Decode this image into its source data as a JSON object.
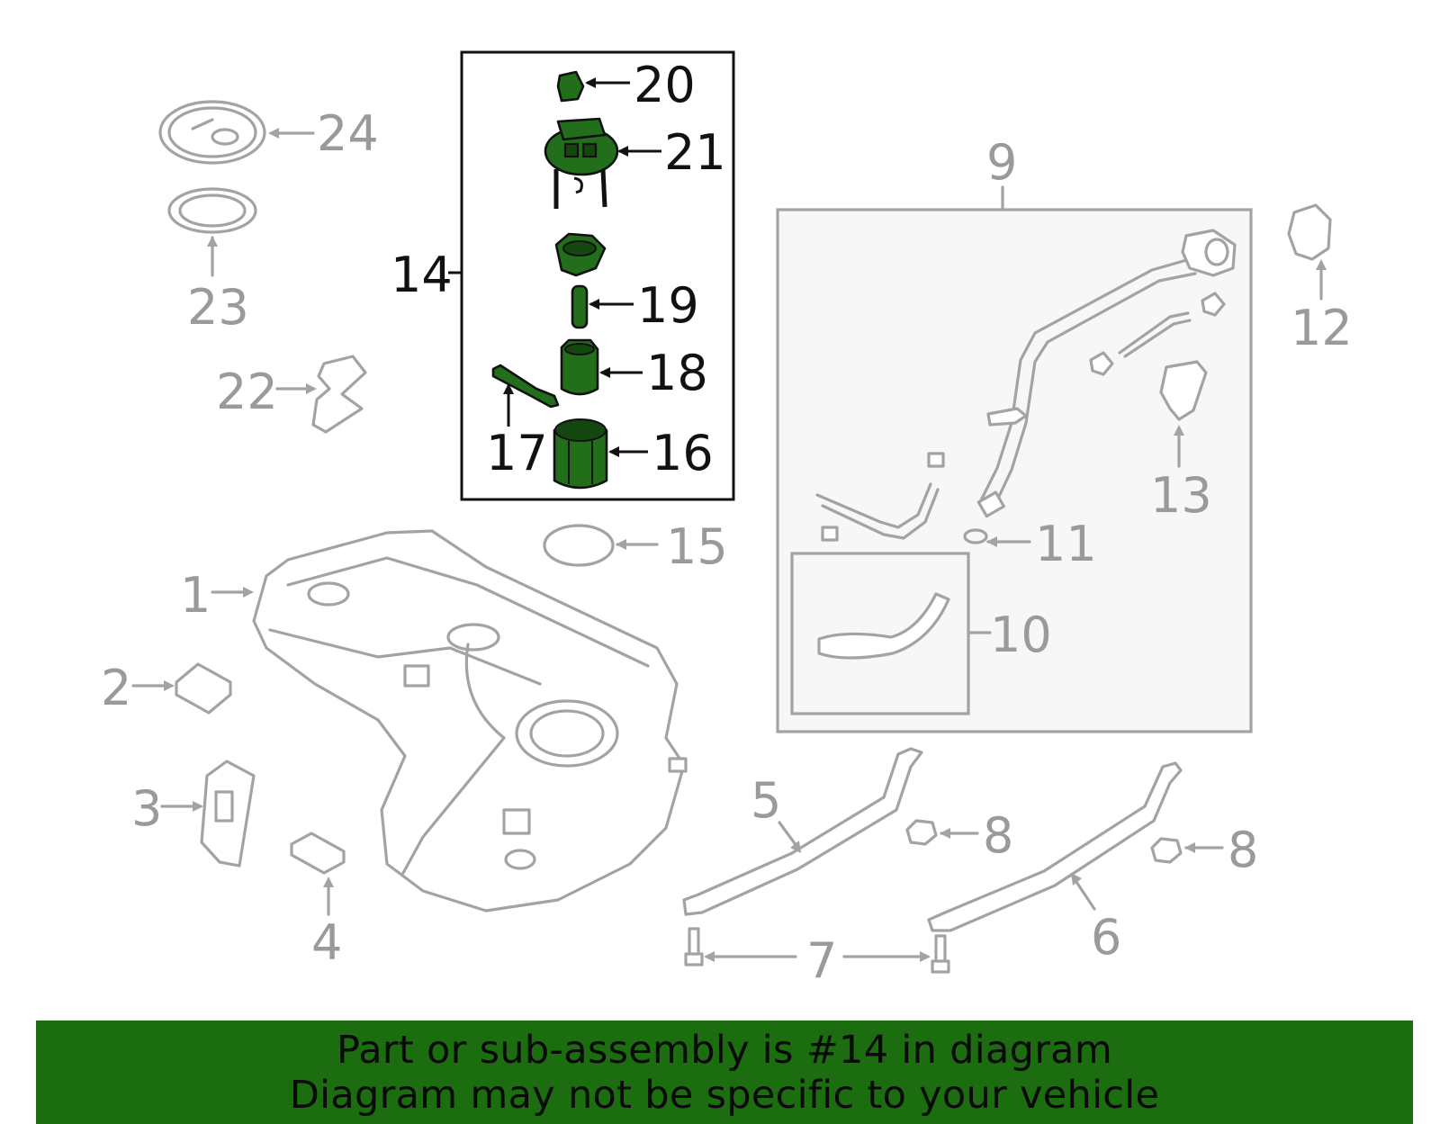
{
  "callouts": {
    "c1": "1",
    "c2": "2",
    "c3": "3",
    "c4": "4",
    "c5": "5",
    "c6": "6",
    "c7": "7",
    "c8a": "8",
    "c8b": "8",
    "c9": "9",
    "c10": "10",
    "c11": "11",
    "c12": "12",
    "c13": "13",
    "c14": "14",
    "c15": "15",
    "c16": "16",
    "c17": "17",
    "c18": "18",
    "c19": "19",
    "c20": "20",
    "c21": "21",
    "c22": "22",
    "c23": "23",
    "c24": "24"
  },
  "highlighted_part": "14",
  "colors": {
    "highlight": "#236e1b",
    "banner": "#1c6c10",
    "line_gray": "#a3a3a3"
  },
  "banner": {
    "line1": "Part or sub-assembly is #14 in diagram",
    "line2": "Diagram may not be specific to your vehicle"
  }
}
